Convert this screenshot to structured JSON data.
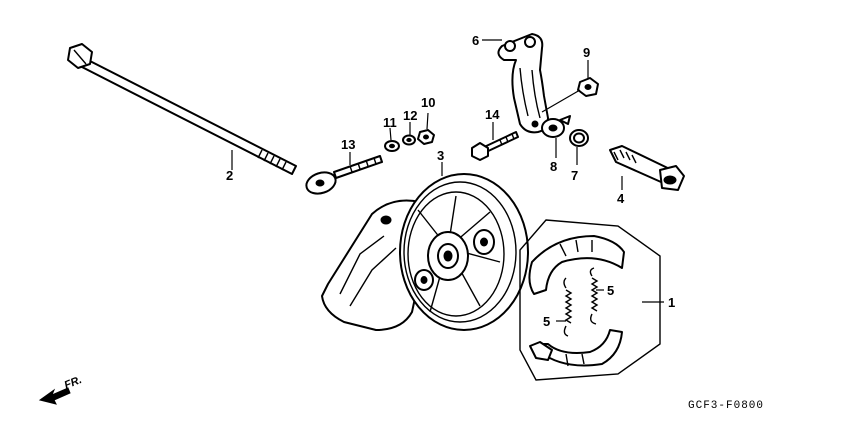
{
  "callouts": {
    "p1": "1",
    "p2": "2",
    "p3": "3",
    "p4": "4",
    "p5a": "5",
    "p5b": "5",
    "p6": "6",
    "p7": "7",
    "p8": "8",
    "p9": "9",
    "p10": "10",
    "p11": "11",
    "p12": "12",
    "p13": "13",
    "p14": "14"
  },
  "direction_label": "FR.",
  "diagram_code": "GCF3-F0800"
}
